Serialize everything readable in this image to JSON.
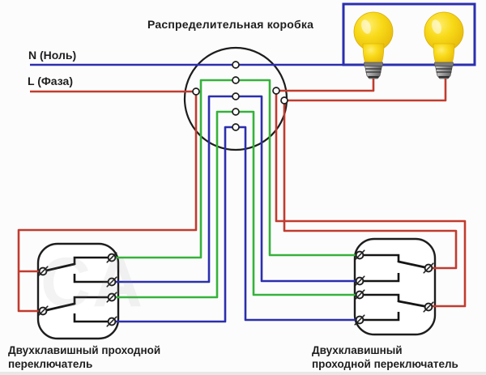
{
  "diagram": {
    "title": "Распределительная коробка",
    "neutral_label": "N (Ноль)",
    "phase_label": "L (Фаза)",
    "left_switch_label_line1": "Двухклавишный проходной",
    "left_switch_label_line2": "переключатель",
    "right_switch_label_line1": "Двухклавишный",
    "right_switch_label_line2": "проходной переключатель",
    "watermark": "СА",
    "bulb_count": 2,
    "junction_nodes": 8,
    "terminals_per_switch": 6
  },
  "colors": {
    "background": "#fcfcfc",
    "neutral_wire": "#2b2fae",
    "phase_wire": "#c23b2e",
    "traveler_wire": "#35b23a",
    "outline": "#1d1d1d",
    "bulb_yellow": "#f6d60e",
    "bulb_yellow_light": "#ffe95e",
    "bulb_yellow_dark": "#e0ae08",
    "base_metal_light": "#c9c9c9",
    "base_metal_dark": "#6a6a6a",
    "footer_strip": "#e8e8e6"
  },
  "icons": {
    "bulb": "light-bulb-icon",
    "junction": "junction-box-circle",
    "node": "connection-node",
    "terminal": "terminal-screw"
  }
}
